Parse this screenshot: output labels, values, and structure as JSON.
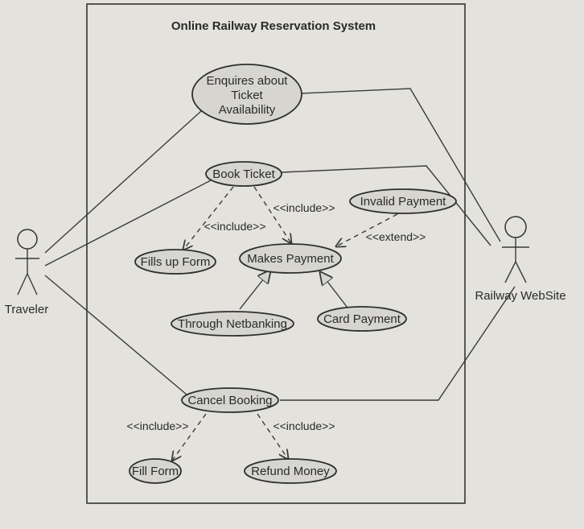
{
  "system": {
    "title": "Online Railway Reservation System"
  },
  "actors": {
    "traveler": "Traveler",
    "railway_website": "Railway WebSite"
  },
  "use_cases": {
    "enquiry": [
      "Enquires about",
      "Ticket",
      "Availability"
    ],
    "book_ticket": "Book Ticket",
    "fills_up_form": "Fills up Form",
    "makes_payment": "Makes Payment",
    "invalid_payment": "Invalid Payment",
    "through_netbanking": "Through Netbanking",
    "card_payment": "Card Payment",
    "cancel_booking": "Cancel Booking",
    "fill_form": "Fill Form",
    "refund_money": "Refund Money"
  },
  "relations": {
    "include": "<<include>>",
    "extend": "<<extend>>"
  }
}
